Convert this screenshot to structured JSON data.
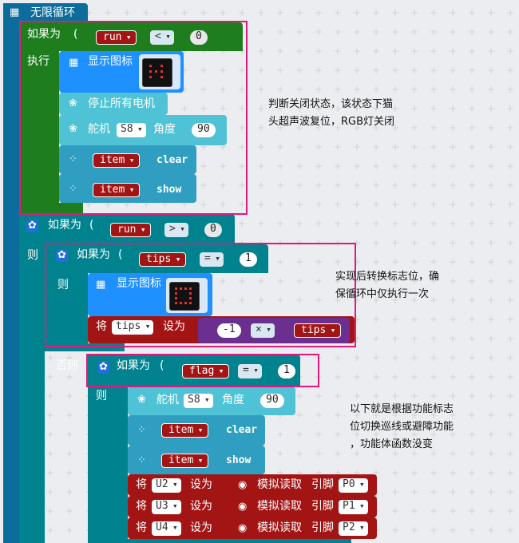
{
  "loop": {
    "label": "无限循环"
  },
  "if1": {
    "label": "如果为",
    "var": "run",
    "op": "<",
    "value": "0",
    "do_label": "执行"
  },
  "show_icon": {
    "label": "显示图标"
  },
  "stop_motors": {
    "label": "停止所有电机"
  },
  "servo": {
    "label": "舵机",
    "pin": "S8",
    "angle_label": "角度",
    "angle": "90"
  },
  "item_clear": {
    "var": "item",
    "action": "clear"
  },
  "item_show": {
    "var": "item",
    "action": "show"
  },
  "if2": {
    "label": "如果为",
    "var": "run",
    "op": ">",
    "value": "0",
    "then_label": "则"
  },
  "if3": {
    "label": "如果为",
    "var": "tips",
    "op": "=",
    "value": "1",
    "then_label": "则"
  },
  "set_tips": {
    "set_label": "将",
    "var": "tips",
    "to_label": "设为",
    "left": "-1",
    "op": "×",
    "right": "tips"
  },
  "else_label": "否则",
  "if4": {
    "label": "如果为",
    "var": "flag",
    "op": "=",
    "value": "1",
    "then_label": "则"
  },
  "analog": [
    {
      "set_label": "将",
      "var": "U2",
      "to_label": "设为",
      "fn": "模拟读取",
      "pin_label": "引脚",
      "pin": "P0"
    },
    {
      "set_label": "将",
      "var": "U3",
      "to_label": "设为",
      "fn": "模拟读取",
      "pin_label": "引脚",
      "pin": "P1"
    },
    {
      "set_label": "将",
      "var": "U4",
      "to_label": "设为",
      "fn": "模拟读取",
      "pin_label": "引脚",
      "pin": "P2"
    }
  ],
  "notes": {
    "n1_l1": "判断关闭状态，该状态下猫",
    "n1_l2": "头超声波复位，RGB灯关闭",
    "n2_l1": "实现后转换标志位，确",
    "n2_l2": "保循环中仅执行一次",
    "n3_l1": "以下就是根据功能标志",
    "n3_l2": "位切换巡线或避障功能",
    "n3_l3": "，功能体函数没变"
  },
  "colors": {
    "loop": "#0c6d9c",
    "logic": "#00838f",
    "control": "#1e7e1e",
    "basic": "#1e90ff",
    "motor": "#4fc3d5",
    "neopixel": "#2f9ec0",
    "variable": "#a31515",
    "math": "#6a2f8f",
    "annotation": "#e0197d"
  }
}
